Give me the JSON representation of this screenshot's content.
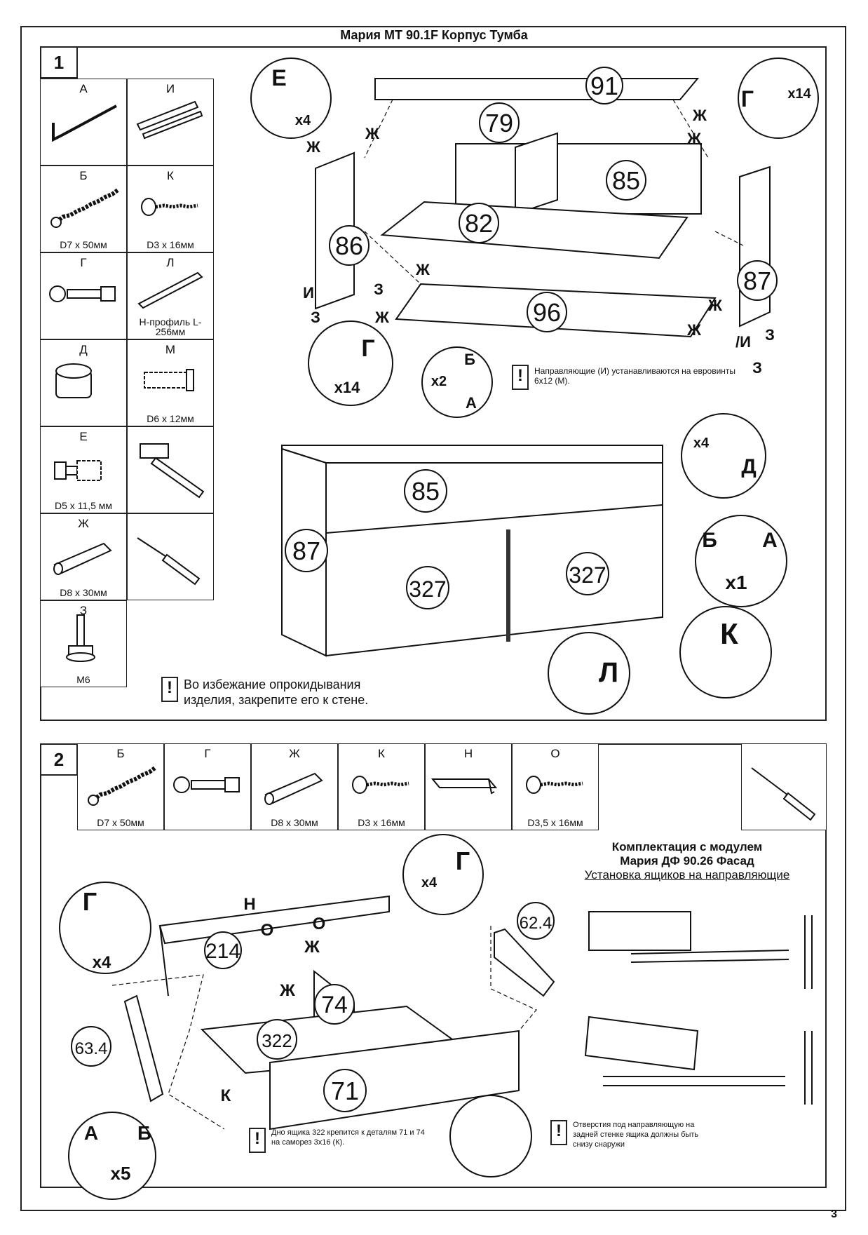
{
  "title": "Мария  МТ 90.1F Корпус Тумба",
  "page_number": "3",
  "step1": {
    "number": "1",
    "parts": [
      {
        "letter": "А",
        "caption": "",
        "icon": "hex-key-icon"
      },
      {
        "letter": "И",
        "caption": "",
        "icon": "drawer-slide-icon"
      },
      {
        "letter": "Б",
        "caption": "D7 х 50мм",
        "icon": "confirmat-screw-icon"
      },
      {
        "letter": "К",
        "caption": "D3 х 16мм",
        "icon": "wood-screw-icon"
      },
      {
        "letter": "Г",
        "caption": "",
        "icon": "cam-lock-icon"
      },
      {
        "letter": "Л",
        "caption": "Н-профиль L-256мм",
        "icon": "h-profile-icon"
      },
      {
        "letter": "Д",
        "caption": "",
        "icon": "shelf-support-icon"
      },
      {
        "letter": "М",
        "caption": "D6 х 12мм",
        "icon": "euro-screw-icon"
      },
      {
        "letter": "Е",
        "caption": "D5 х 11,5 мм",
        "icon": "cam-bolt-icon"
      },
      {
        "letter": "",
        "caption": "",
        "icon": "hammer-icon"
      },
      {
        "letter": "Ж",
        "caption": "D8 х 30мм",
        "icon": "dowel-icon"
      },
      {
        "letter": "",
        "caption": "",
        "icon": "screwdriver-icon"
      },
      {
        "letter": "З",
        "caption": "М6",
        "icon": "leveling-foot-icon"
      }
    ],
    "labels": {
      "top": "91",
      "front_panel": "79",
      "back": "85",
      "shelf": "82",
      "left_side": "86",
      "right_side": "87",
      "bottom": "96",
      "door_left": "327",
      "door_right": "327",
      "assembled_back": "85",
      "assembled_side": "87"
    },
    "callouts": {
      "e": {
        "letter": "Е",
        "count": "х4"
      },
      "g_top": {
        "letter": "Г",
        "count": "х14"
      },
      "g_bottom": {
        "letter": "Г",
        "count": "х14"
      },
      "b": {
        "letter": "Б",
        "count": "х2",
        "letter2": "А"
      },
      "d": {
        "letter": "Д",
        "count": "х4"
      },
      "ba": {
        "letter": "Б",
        "letter2": "А",
        "count": "х1"
      },
      "k": {
        "letter": "К"
      },
      "l": {
        "letter": "Л"
      }
    },
    "letters": {
      "zh": "Ж",
      "i": "И",
      "z": "З",
      "i_slash": "/И"
    },
    "note_small": "Направляющие (И) устанавливаются на евровинты 6х12 (М).",
    "note_large_1": "Во избежание опрокидывания",
    "note_large_2": "изделия, закрепите его к стене.",
    "warning_mark": "!"
  },
  "step2": {
    "number": "2",
    "parts": [
      {
        "letter": "Б",
        "caption": "D7 х 50мм",
        "icon": "confirmat-screw-icon"
      },
      {
        "letter": "Г",
        "caption": "",
        "icon": "cam-lock-icon"
      },
      {
        "letter": "Ж",
        "caption": "D8 х 30мм",
        "icon": "dowel-icon"
      },
      {
        "letter": "К",
        "caption": "D3 х 16мм",
        "icon": "wood-screw-icon"
      },
      {
        "letter": "Н",
        "caption": "",
        "icon": "handle-icon"
      },
      {
        "letter": "О",
        "caption": "D3,5 х 16мм",
        "icon": "wood-screw-icon"
      }
    ],
    "heading_1": "Комплектация с модулем",
    "heading_2": "Мария ДФ 90.26 Фасад",
    "heading_3": "Установка ящиков на направляющие",
    "labels": {
      "back_panel": "214",
      "side_right": "62.4",
      "side_left": "63.4",
      "divider": "74",
      "bottom": "322",
      "front": "71"
    },
    "callouts": {
      "g_left": {
        "letter": "Г",
        "count": "х4"
      },
      "g_right": {
        "letter": "Г",
        "count": "х4"
      },
      "ab": {
        "letter": "А",
        "letter2": "Б",
        "count": "х5"
      }
    },
    "letters": {
      "n": "Н",
      "o": "О",
      "zh": "Ж",
      "k": "К"
    },
    "note_left": "Дно ящика 322 крепится к деталям 71 и 74 на саморез 3х16 (К).",
    "note_right": "Отверстия под направляющую на задней стенке ящика должны быть снизу снаружи",
    "warning_mark": "!"
  }
}
